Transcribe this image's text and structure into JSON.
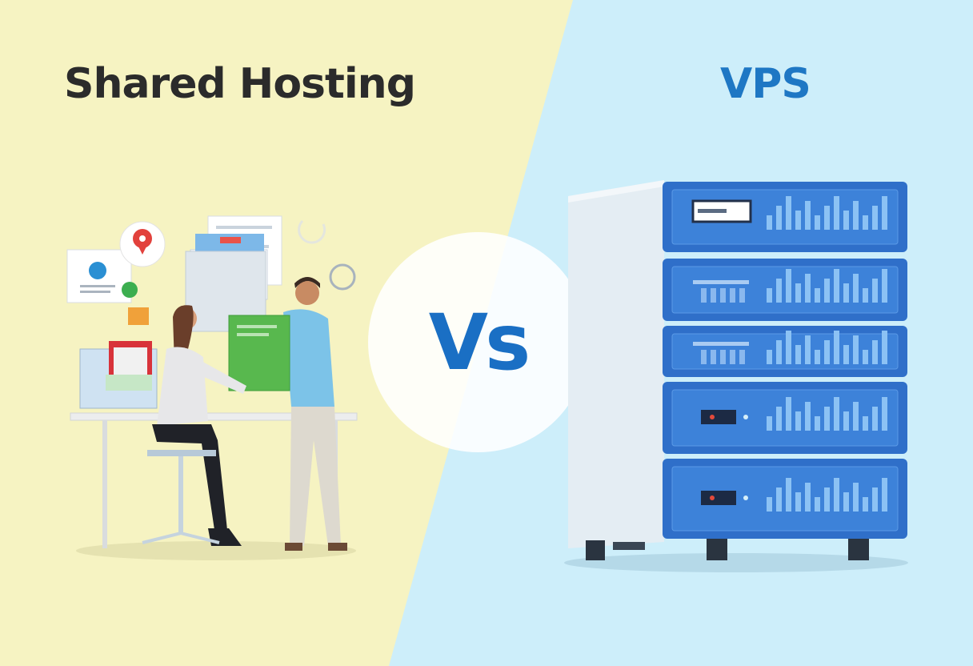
{
  "left_panel": {
    "title": "Shared Hosting",
    "illustration": "people-at-desk-illustration"
  },
  "right_panel": {
    "title": "VPS",
    "illustration": "server-rack-illustration"
  },
  "center": {
    "label": "Vs"
  },
  "colors": {
    "left_bg": "#f6f3c2",
    "right_bg": "#cdeefa",
    "title_dark": "#2b2b2b",
    "accent_blue": "#1e77c4"
  }
}
